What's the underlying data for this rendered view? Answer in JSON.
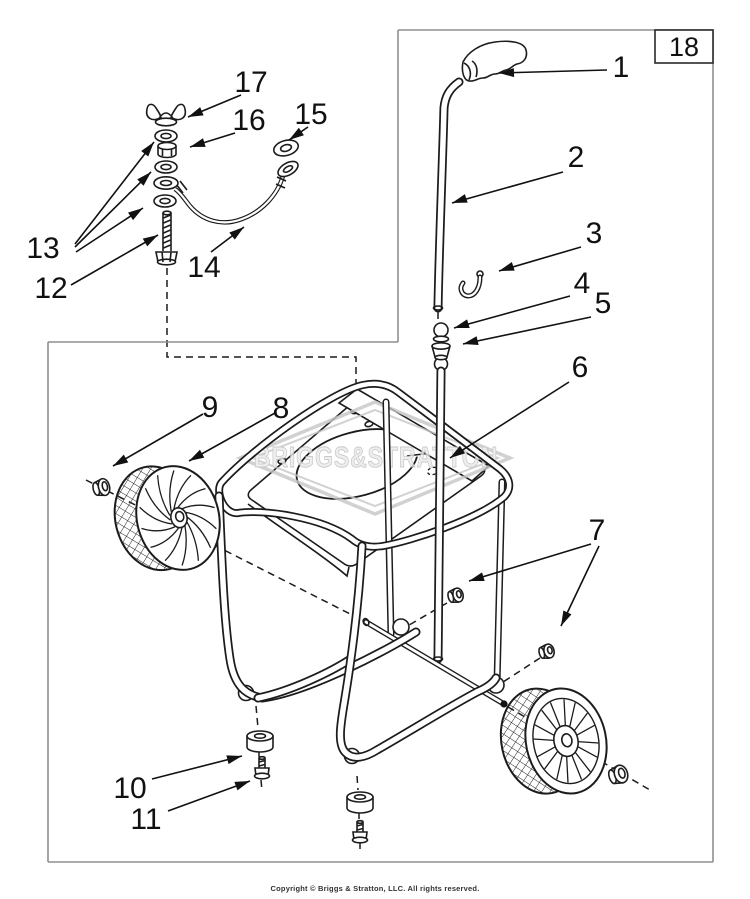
{
  "figure": {
    "number": "18"
  },
  "callouts": [
    {
      "label": "1"
    },
    {
      "label": "2"
    },
    {
      "label": "3"
    },
    {
      "label": "4"
    },
    {
      "label": "5"
    },
    {
      "label": "6"
    },
    {
      "label": "7"
    },
    {
      "label": "8"
    },
    {
      "label": "9"
    },
    {
      "label": "10"
    },
    {
      "label": "11"
    },
    {
      "label": "12"
    },
    {
      "label": "13"
    },
    {
      "label": "14"
    },
    {
      "label": "15"
    },
    {
      "label": "16"
    },
    {
      "label": "17"
    }
  ],
  "watermark": {
    "text": "BRIGGS&STRATTON"
  },
  "footer": {
    "copyright": "Copyright © Briggs & Stratton, LLC. All rights reserved."
  },
  "colors": {
    "line": "#1c1c1c",
    "border": "#9a9a9a",
    "watermark": "#c6c6c6",
    "background": "#ffffff"
  }
}
